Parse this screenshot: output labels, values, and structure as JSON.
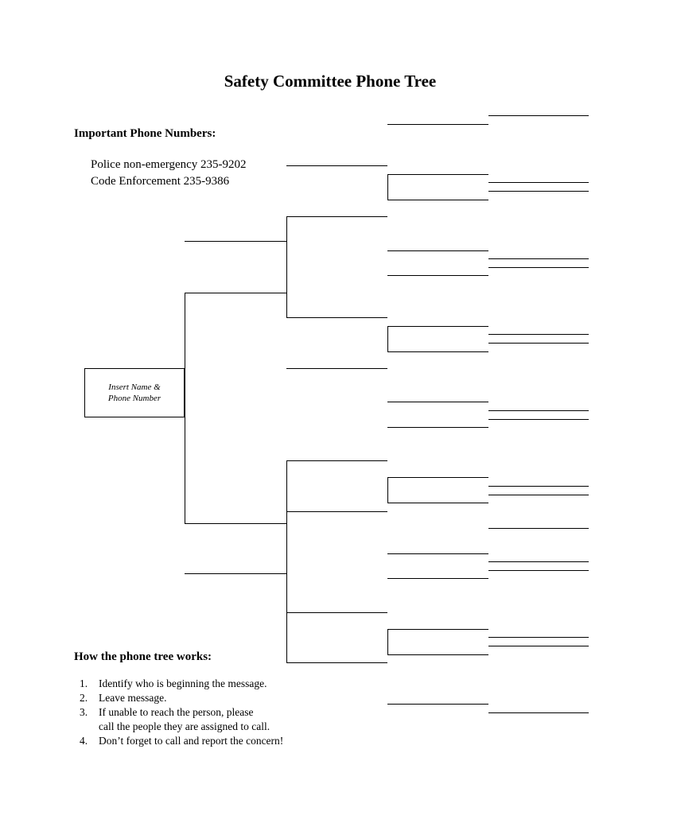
{
  "title": "Safety Committee Phone Tree",
  "important_numbers": {
    "heading": "Important Phone Numbers:",
    "items": [
      "Police non-emergency 235-9202",
      "Code Enforcement 235-9386"
    ]
  },
  "tree": {
    "root_label": "Insert Name &\nPhone Number"
  },
  "how_it_works": {
    "heading": "How the phone tree works:",
    "steps": [
      {
        "num": "1.",
        "lines": [
          "Identify who is beginning the message."
        ]
      },
      {
        "num": "2.",
        "lines": [
          "Leave message."
        ]
      },
      {
        "num": "3.",
        "lines": [
          "If unable to reach the person, please",
          "call the people they are assigned to call."
        ]
      },
      {
        "num": "4.",
        "lines": [
          "Don’t forget to call and report the concern!"
        ]
      }
    ]
  }
}
